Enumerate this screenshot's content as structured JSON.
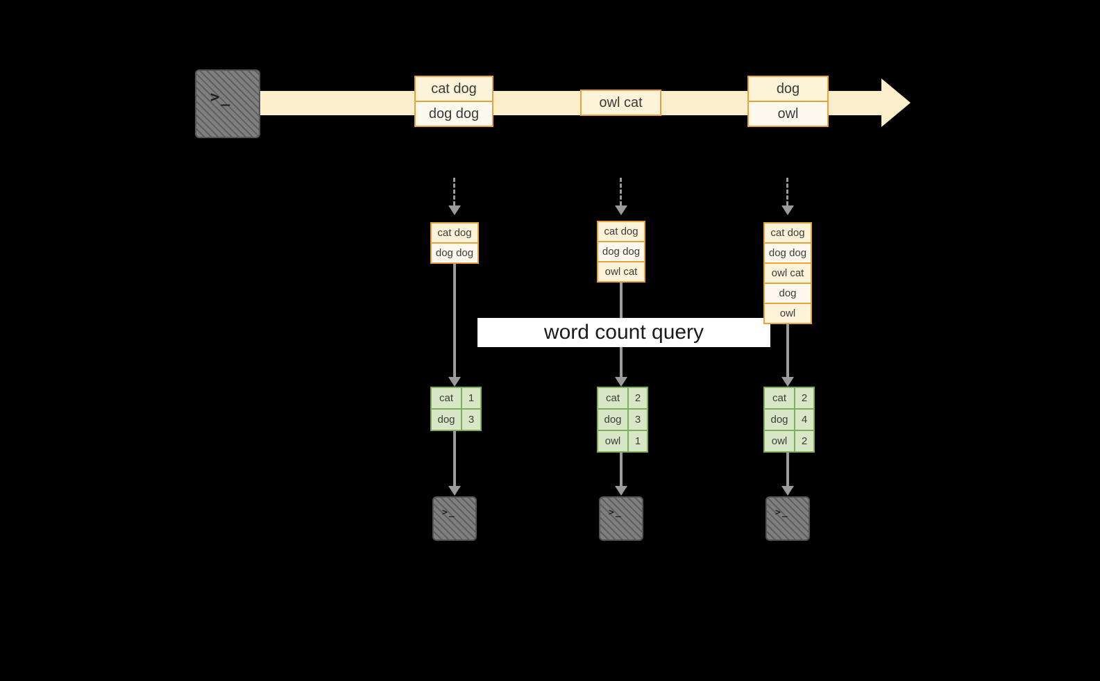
{
  "colors": {
    "background": "#000000",
    "stream_band": "#faeecb",
    "event_border": "#e6a23c",
    "event_fill_light": "#fdf3d8",
    "event_fill_lighter": "#fdf9ee",
    "table_border": "#7fae5a",
    "table_fill": "#d8e8c6",
    "terminal_gray": "#7f7f7f",
    "arrow_gray": "#9b9b9b",
    "banner_bg": "#ffffff"
  },
  "icons": {
    "terminal_prompt": ">_"
  },
  "stream": {
    "events": [
      {
        "lines": [
          "cat dog",
          "dog dog"
        ]
      },
      {
        "lines": [
          "owl cat"
        ]
      },
      {
        "lines": [
          "dog",
          "owl"
        ]
      }
    ]
  },
  "windows": [
    {
      "items": [
        "cat dog",
        "dog dog"
      ]
    },
    {
      "items": [
        "cat dog",
        "dog dog",
        "owl cat"
      ]
    },
    {
      "items": [
        "cat dog",
        "dog dog",
        "owl cat",
        "dog",
        "owl"
      ]
    }
  ],
  "query_banner": {
    "label": "word count query"
  },
  "count_tables": [
    {
      "rows": [
        {
          "word": "cat",
          "count": "1"
        },
        {
          "word": "dog",
          "count": "3"
        }
      ]
    },
    {
      "rows": [
        {
          "word": "cat",
          "count": "2"
        },
        {
          "word": "dog",
          "count": "3"
        },
        {
          "word": "owl",
          "count": "1"
        }
      ]
    },
    {
      "rows": [
        {
          "word": "cat",
          "count": "2"
        },
        {
          "word": "dog",
          "count": "4"
        },
        {
          "word": "owl",
          "count": "2"
        }
      ]
    }
  ]
}
